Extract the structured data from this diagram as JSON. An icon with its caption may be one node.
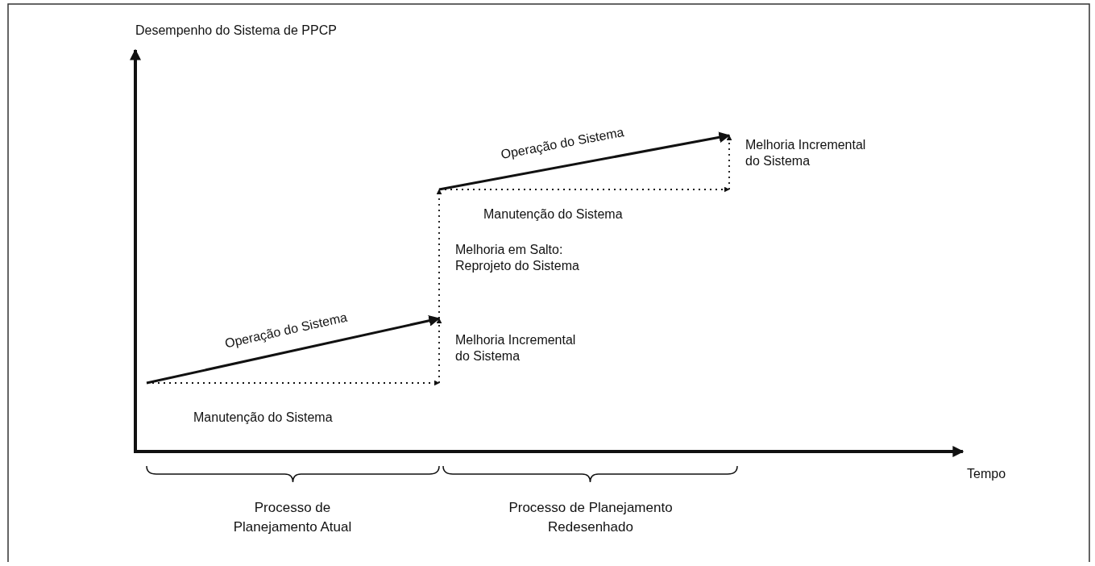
{
  "diagram": {
    "labels": [
      "Desempenho do Sistema de PPCP",
      "Operação do Sistema",
      "Melhoria Incremental do Sistema",
      "Manutenção do Sistema",
      "Melhoria em Salto: Reprojeto do Sistema",
      "Operação do Sistema",
      "Melhoria Incremental do Sistema",
      "Manutenção do Sistema",
      "Tempo",
      "Processo de Planejamento Atual",
      "Processo de Planejamento Redesenhado"
    ]
  }
}
